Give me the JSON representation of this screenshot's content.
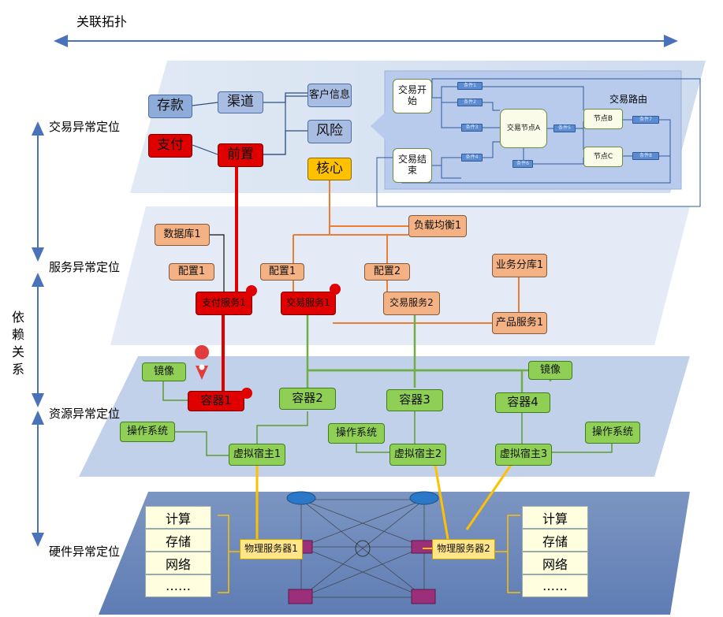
{
  "header": {
    "topology_label": "关联拓扑",
    "dependency_label": "依赖关系"
  },
  "layers": {
    "transaction": "交易异常定位",
    "service": "服务异常定位",
    "resource": "资源异常定位",
    "hardware": "硬件异常定位"
  },
  "transaction": {
    "deposit": "存款",
    "pay": "支付",
    "channel": "渠道",
    "front": "前置",
    "customer_info": "客户信息",
    "risk": "风险",
    "core": "核心",
    "route_title": "交易路由",
    "start": "交易开始",
    "end": "交易结束",
    "node_a": "交易节点A",
    "node_b": "节点B",
    "node_c": "节点C",
    "conditions": [
      "条件1",
      "条件2",
      "条件3",
      "条件4",
      "条件5",
      "条件6",
      "条件7",
      "条件8"
    ]
  },
  "service": {
    "database": "数据库1",
    "load_balance": "负载均衡1",
    "biz_db": "业务分库1",
    "config1a": "配置1",
    "config1b": "配置1",
    "config2": "配置2",
    "pay_service": "支付服务1",
    "trade_service1": "交易服务1",
    "trade_service2": "交易服务2",
    "product_service": "产品服务1"
  },
  "resource": {
    "image_left": "镜像",
    "image_right": "镜像",
    "container1": "容器1",
    "container2": "容器2",
    "container3": "容器3",
    "container4": "容器4",
    "os_left": "操作系统",
    "os_mid": "操作系统",
    "os_right": "操作系统",
    "vhost1": "虚拟宿主1",
    "vhost2": "虚拟宿主2",
    "vhost3": "虚拟宿主3"
  },
  "hardware": {
    "server1": "物理服务器1",
    "server2": "物理服务器2",
    "left_list": [
      "计算",
      "存储",
      "网络",
      "……"
    ],
    "right_list": [
      "计算",
      "存储",
      "网络",
      "……"
    ]
  }
}
